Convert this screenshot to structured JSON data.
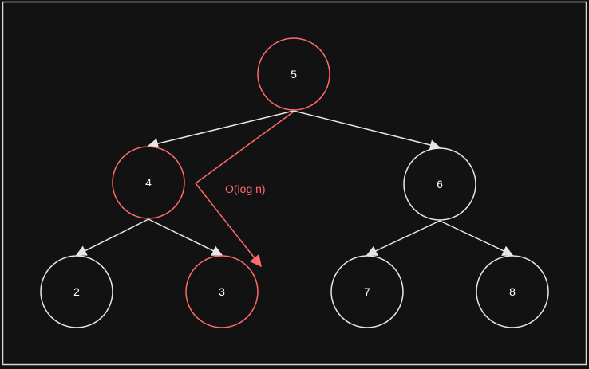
{
  "diagram": {
    "background": "#121212",
    "frame_color": "#d9d9d9",
    "default_stroke": "#e6e6e6",
    "highlight_stroke": "#ff6b6b",
    "nodes": [
      {
        "id": "n5",
        "label": "5",
        "highlight": true
      },
      {
        "id": "n4",
        "label": "4",
        "highlight": true
      },
      {
        "id": "n6",
        "label": "6",
        "highlight": false
      },
      {
        "id": "n2",
        "label": "2",
        "highlight": false
      },
      {
        "id": "n3",
        "label": "3",
        "highlight": true
      },
      {
        "id": "n7",
        "label": "7",
        "highlight": false
      },
      {
        "id": "n8",
        "label": "8",
        "highlight": false
      }
    ],
    "edges": [
      {
        "from": "n5",
        "to": "n4"
      },
      {
        "from": "n5",
        "to": "n6"
      },
      {
        "from": "n4",
        "to": "n2"
      },
      {
        "from": "n4",
        "to": "n3"
      },
      {
        "from": "n6",
        "to": "n7"
      },
      {
        "from": "n6",
        "to": "n8"
      }
    ],
    "search_path": {
      "label": "O(log n)"
    }
  }
}
